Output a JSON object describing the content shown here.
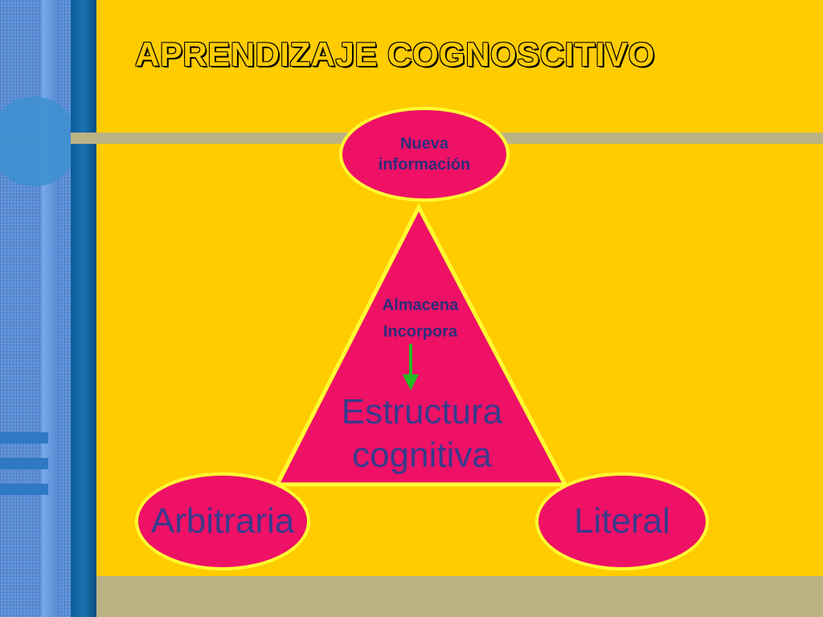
{
  "slide": {
    "title": "APRENDIZAJE COGNOSCITIVO"
  },
  "diagram": {
    "top_node": {
      "line1": "Nueva",
      "line2": "información"
    },
    "center": {
      "small_line1": "Almacena",
      "small_line2": "Incorpora",
      "big_line1": "Estructura",
      "big_line2": "cognitiva"
    },
    "left_node": "Arbitraria",
    "right_node": "Literal"
  },
  "colors": {
    "background": "#ffcc00",
    "shape_fill": "#ee1166",
    "shape_border": "#ffff33",
    "text": "#3a3a8a",
    "arrow": "#22bb22"
  }
}
